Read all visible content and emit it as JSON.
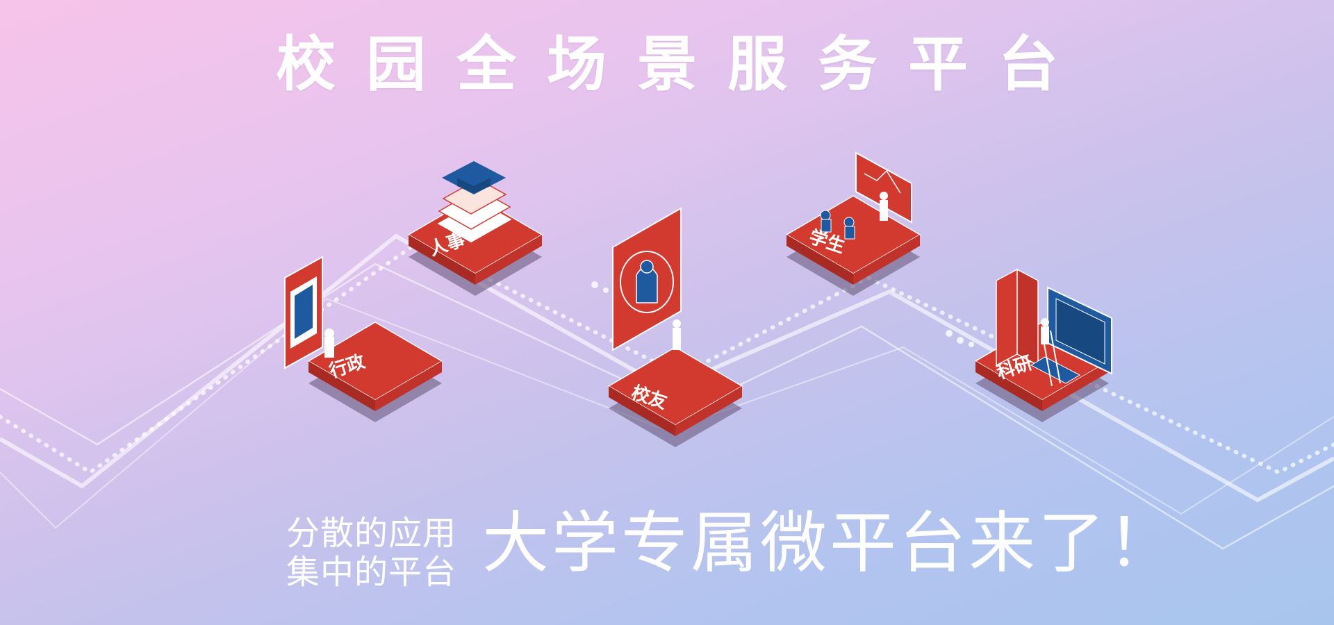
{
  "page": {
    "title": "校园全场景服务平台",
    "tagline_line1": "分散的应用",
    "tagline_line2": "集中的平台",
    "slogan": "大学专属微平台来了！"
  },
  "modules": [
    {
      "label": "行政",
      "icon": "phone-document-icon"
    },
    {
      "label": "人事",
      "icon": "graduation-cap-books-icon"
    },
    {
      "label": "校友",
      "icon": "alumni-portrait-icon"
    },
    {
      "label": "学生",
      "icon": "classroom-blackboard-icon"
    },
    {
      "label": "科研",
      "icon": "research-monitor-icon"
    }
  ],
  "colors": {
    "platform_red": "#d23a2f",
    "platform_dark_red": "#a92a22",
    "accent_blue": "#1f5aa0",
    "line_white": "#ffffff"
  }
}
